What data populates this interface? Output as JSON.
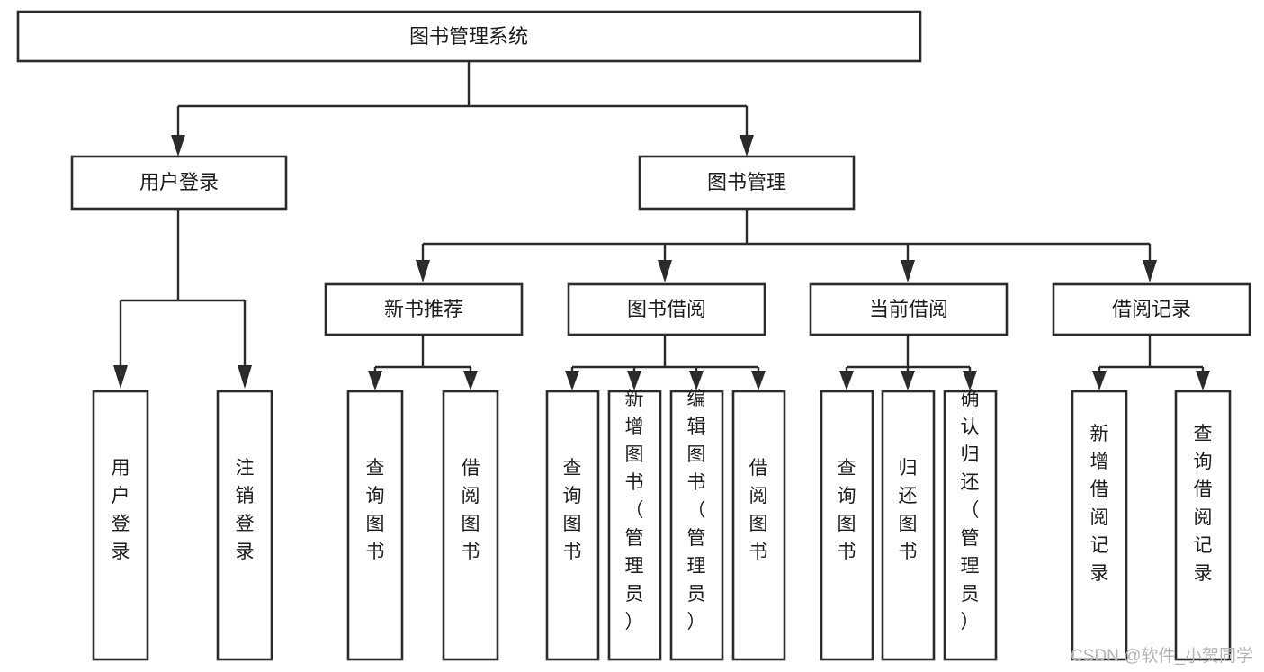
{
  "diagram": {
    "title": "图书管理系统",
    "type": "hierarchy-tree",
    "orientation": "top-down",
    "levels": 3,
    "root": {
      "id": "root",
      "label": "图书管理系统",
      "text_orientation": "horizontal"
    },
    "level2": [
      {
        "id": "user-login",
        "label": "用户登录",
        "text_orientation": "horizontal"
      },
      {
        "id": "book-manage",
        "label": "图书管理",
        "text_orientation": "horizontal"
      }
    ],
    "level3": [
      {
        "id": "new-book-recommend",
        "label": "新书推荐",
        "text_orientation": "horizontal",
        "parent": "book-manage"
      },
      {
        "id": "book-borrow",
        "label": "图书借阅",
        "text_orientation": "horizontal",
        "parent": "book-manage"
      },
      {
        "id": "current-borrow",
        "label": "当前借阅",
        "text_orientation": "horizontal",
        "parent": "book-manage"
      },
      {
        "id": "borrow-record",
        "label": "借阅记录",
        "text_orientation": "horizontal",
        "parent": "book-manage"
      }
    ],
    "leaves": [
      {
        "id": "leaf-user-login",
        "label": "用户登录",
        "text_orientation": "vertical",
        "parent": "user-login"
      },
      {
        "id": "leaf-logout",
        "label": "注销登录",
        "text_orientation": "vertical",
        "parent": "user-login"
      },
      {
        "id": "leaf-query-book-1",
        "label": "查询图书",
        "text_orientation": "vertical",
        "parent": "new-book-recommend"
      },
      {
        "id": "leaf-borrow-book-1",
        "label": "借阅图书",
        "text_orientation": "vertical",
        "parent": "new-book-recommend"
      },
      {
        "id": "leaf-query-book-2",
        "label": "查询图书",
        "text_orientation": "vertical",
        "parent": "book-borrow"
      },
      {
        "id": "leaf-add-book",
        "label": "新增图书（管理员）",
        "text_orientation": "vertical",
        "parent": "book-borrow"
      },
      {
        "id": "leaf-edit-book",
        "label": "编辑图书（管理员）",
        "text_orientation": "vertical",
        "parent": "book-borrow"
      },
      {
        "id": "leaf-borrow-book-2",
        "label": "借阅图书",
        "text_orientation": "vertical",
        "parent": "book-borrow"
      },
      {
        "id": "leaf-query-book-3",
        "label": "查询图书",
        "text_orientation": "vertical",
        "parent": "current-borrow"
      },
      {
        "id": "leaf-return-book",
        "label": "归还图书",
        "text_orientation": "vertical",
        "parent": "current-borrow"
      },
      {
        "id": "leaf-confirm-return",
        "label": "确认归还（管理员）",
        "text_orientation": "vertical",
        "parent": "current-borrow"
      },
      {
        "id": "leaf-add-record",
        "label": "新增借阅记录",
        "text_orientation": "vertical",
        "parent": "borrow-record"
      },
      {
        "id": "leaf-query-record",
        "label": "查询借阅记录",
        "text_orientation": "vertical",
        "parent": "borrow-record"
      }
    ]
  },
  "watermark": {
    "text": "CSDN @软件_小贺同学"
  },
  "colors": {
    "background": "#ffffff",
    "box_stroke": "#2b2b2b",
    "box_fill": "#ffffff",
    "text": "#1c1c1c",
    "connector": "#2b2b2b",
    "watermark": "#b4b4b4"
  }
}
